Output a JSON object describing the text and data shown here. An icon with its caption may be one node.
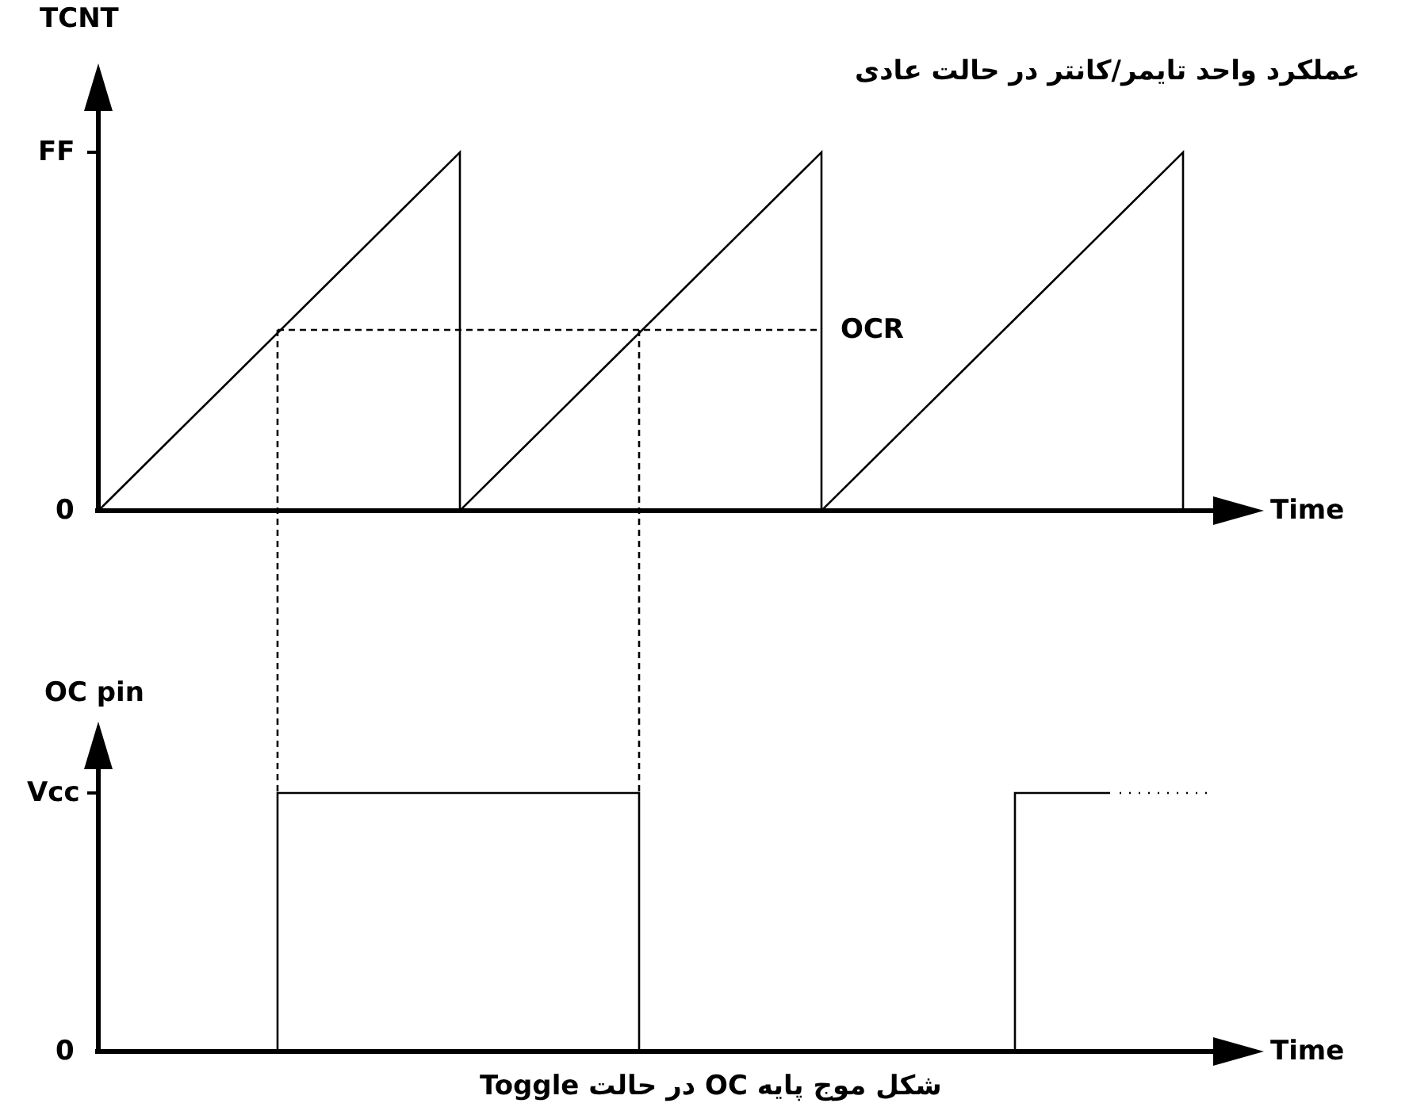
{
  "diagram": {
    "title": "عملکرد واحد تایمر/کانتر در حالت عادی",
    "caption": "شکل موج پایه OC در حالت Toggle",
    "labels": [
      "TCNT",
      "FF",
      "OCR",
      "0",
      "Time",
      "OC pin",
      "Vcc",
      "0",
      "Time"
    ]
  }
}
